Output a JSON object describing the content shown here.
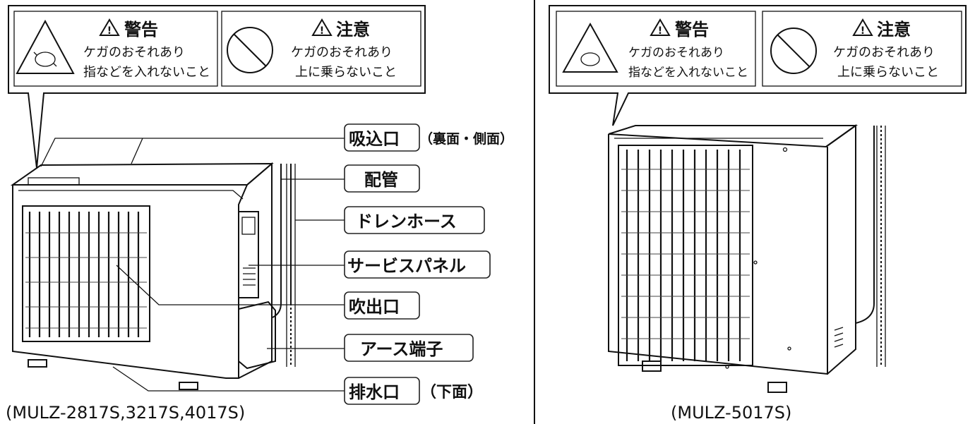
{
  "left_figure": {
    "warning_label": {
      "title": "警告",
      "line1": "ケガのおそれあり",
      "line2": "指などを入れないこと"
    },
    "caution_label": {
      "title": "注意",
      "line1": "ケガのおそれあり",
      "line2": "上に乗らないこと"
    },
    "parts": [
      {
        "name": "吸込口",
        "note": "（裏面・側面）"
      },
      {
        "name": "配管",
        "note": ""
      },
      {
        "name": "ドレンホース",
        "note": ""
      },
      {
        "name": "サービスパネル",
        "note": ""
      },
      {
        "name": "吹出口",
        "note": ""
      },
      {
        "name": "アース端子",
        "note": ""
      },
      {
        "name": "排水口",
        "note": "（下面）"
      }
    ],
    "caption": "(MULZ-2817S,3217S,4017S)"
  },
  "right_figure": {
    "warning_label": {
      "title": "警告",
      "line1": "ケガのおそれあり",
      "line2": "指などを入れないこと"
    },
    "caution_label": {
      "title": "注意",
      "line1": "ケガのおそれあり",
      "line2": "上に乗らないこと"
    },
    "caption": "(MULZ-5017S)"
  },
  "icons": [
    "warning-triangle-icon",
    "rotation-hazard-icon",
    "prohibition-icon"
  ]
}
